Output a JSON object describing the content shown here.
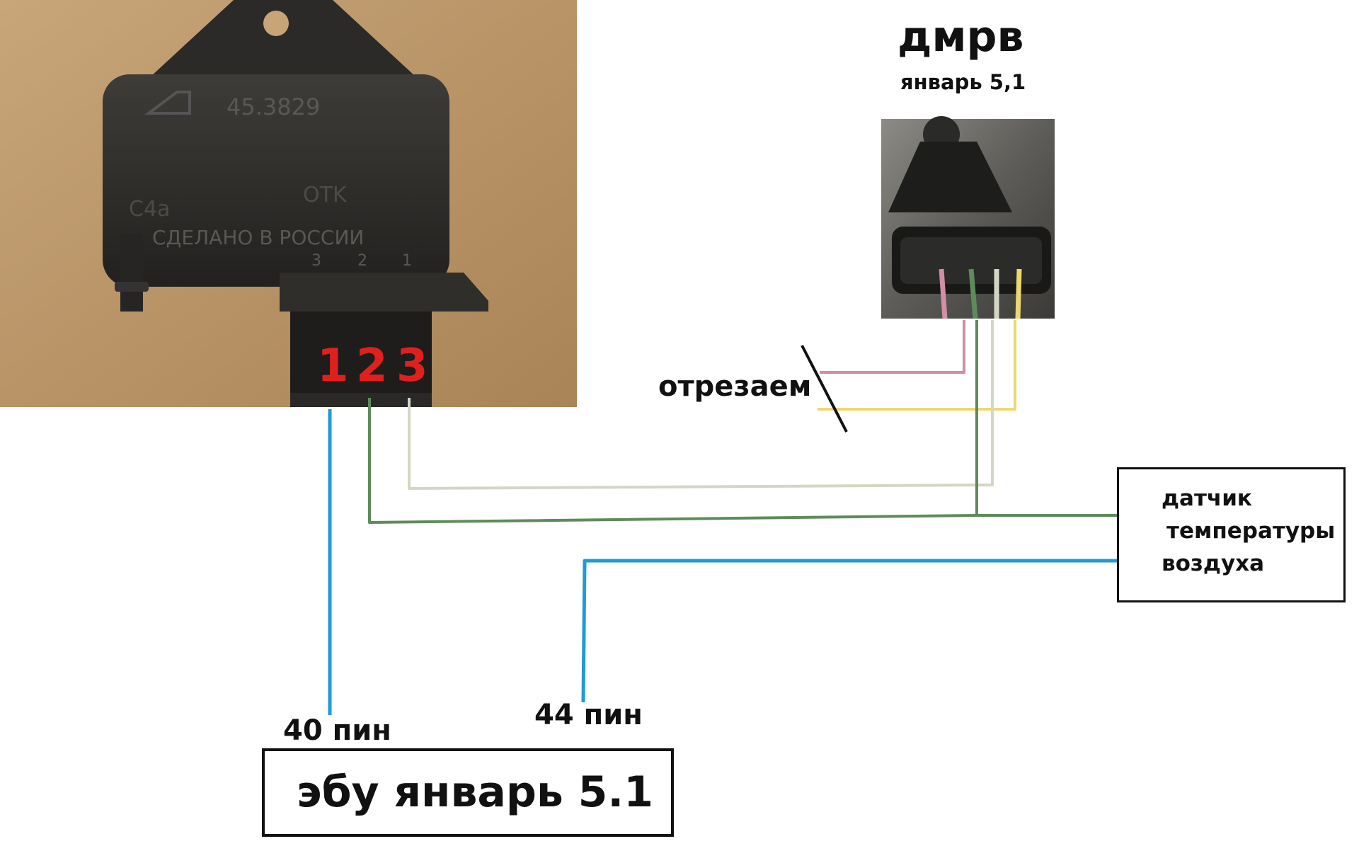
{
  "sensor_photo": {
    "embossed_part_number": "45.3829",
    "embossed_code_left": "C4a",
    "embossed_code_right": "OTK",
    "embossed_text": "СДЕЛАНО В РОССИИ",
    "embossed_pin_order": [
      "3",
      "2",
      "1"
    ],
    "pin_labels": [
      "1",
      "2",
      "3"
    ]
  },
  "maf_title": "дмрв",
  "maf_subtitle": "январь 5,1",
  "cut_label": "отрезаем",
  "air_temp_sensor_label": [
    "датчик",
    "температуры",
    "воздуха"
  ],
  "pin40_label": "40 пин",
  "pin44_label": "44 пин",
  "ecu_label": "эбу январь 5.1",
  "colors": {
    "blue_wire": "#1f9bd6",
    "green_wire": "#5e8b5a",
    "white_wire": "#d3d6c4",
    "pink_wire": "#d18ea6",
    "yellow_wire": "#ecd873",
    "pin_number_red": "#e0201d"
  }
}
